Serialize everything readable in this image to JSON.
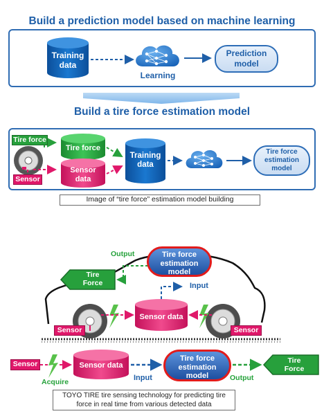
{
  "top": {
    "heading": "Build a prediction model based on machine learning",
    "training_data": "Training\ndata",
    "learning": "Learning",
    "prediction_model": "Prediction\nmodel"
  },
  "middle": {
    "heading": "Build a tire force estimation model",
    "tire_force_tag": "Tire force",
    "sensor_tag": "Sensor",
    "tire_force_cyl": "Tire force",
    "sensor_data_cyl": "Sensor\ndata",
    "training_data": "Training\ndata",
    "estimation_model": "Tire force\nestimation\nmodel",
    "caption": "Image of “tire force” estimation model building"
  },
  "car": {
    "output": "Output",
    "input": "Input",
    "model": "Tire force\nestimation\nmodel",
    "tire_force": "Tire\nForce",
    "sensor_data": "Sensor data",
    "sensor_left": "Sensor",
    "sensor_right": "Sensor"
  },
  "bottom": {
    "sensor": "Sensor",
    "acquire": "Acquire",
    "sensor_data": "Sensor data",
    "input": "Input",
    "model": "Tire force\nestimation\nmodel",
    "output": "Output",
    "tire_force": "Tire\nForce",
    "caption": "TOYO TIRE tire sensing technology for predicting tire\nforce in real time from various detected data"
  },
  "colors": {
    "blue": "#1f5fa8",
    "green": "#27a03c",
    "pink": "#e0186a",
    "red_outline": "#e21b1b"
  }
}
